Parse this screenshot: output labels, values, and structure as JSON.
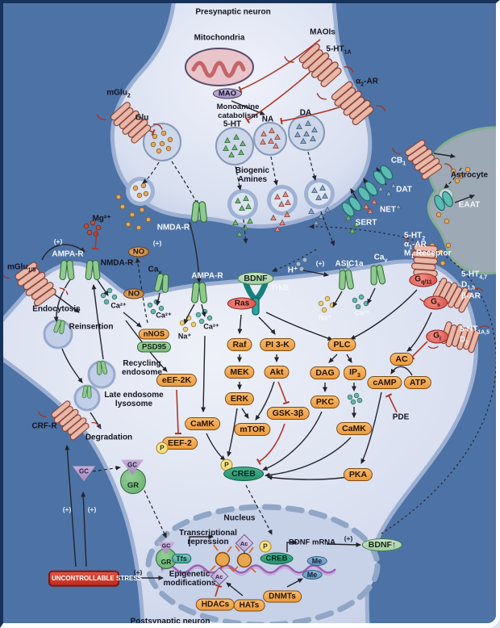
{
  "colors": {
    "accent_red": "#b23527",
    "box_orange": "#f2a24d",
    "creb_green": "#2f9e78",
    "membrane_blue": "#4d72a5"
  },
  "titles": {
    "presynaptic": "Presynaptic neuron",
    "postsynaptic": "Postsynaptic neuron",
    "nucleus": "Nucleus",
    "astrocyte": "Astrocyte"
  },
  "presyn": {
    "mitochondria": "Mitochondria",
    "maois": "MAOIs",
    "mao": "MAO",
    "monoamine_catabolism": "Monoamine catabolism",
    "glu": "Glu",
    "ht": "5-HT",
    "na": "NA",
    "da": "DA",
    "biogenic_amines": "Biogenic Amines",
    "nmda_r": "NMDA-R",
    "r5ht1a": {
      "base": "5-HT",
      "sub": "1A"
    },
    "a2ar": {
      "base": "α",
      "sub": "2",
      "rest": "-AR"
    },
    "mglu2": {
      "base": "mGlu",
      "sub": "2"
    }
  },
  "transport": {
    "sert": "SERT",
    "net": "NET",
    "dat": "DAT",
    "eaat": "EAAT",
    "cb1": {
      "base": "CB",
      "sub": "1"
    }
  },
  "ion": {
    "mg": "Mg²⁺",
    "ca": "Ca²⁺",
    "na": "Na⁺",
    "h": "H⁺",
    "plus": "(+)"
  },
  "post": {
    "ampa": "AMPA-R",
    "nmda": "NMDA-R",
    "mglu15": {
      "base": "mGlu",
      "sub": "1/5"
    },
    "cav": {
      "base": "Ca",
      "sub": "v"
    },
    "asic": "ASIC1a",
    "endocytosis": "Endocytosis",
    "reinsertion": "Reinsertion",
    "recycling": "Recycling endosome",
    "late": "Late endosome lysosome",
    "degradation": "Degradation",
    "no": "NO",
    "nnos": "nNOS",
    "psd95": "PSD95",
    "bdnf": "BDNF",
    "trkb": "TrkB",
    "ras": "Ras",
    "raf": "Raf",
    "mek": "MEK",
    "erk": "ERK",
    "pi3k": "PI 3-K",
    "akt": "Akt",
    "gsk3b": "GSK-3β",
    "mtor": "mTOR",
    "plc": "PLC",
    "dag": "DAG",
    "ip3": {
      "base": "IP",
      "sub": "3"
    },
    "pkc": "PKC",
    "camk": "CaMK",
    "ac": "AC",
    "camp": "cAMP",
    "atp": "ATP",
    "pde": "PDE",
    "pka": "PKA",
    "eef2k": "eEF-2K",
    "eef2": "EEF-2",
    "p": "P",
    "creb": "CREB",
    "crfr": "CRF-R",
    "gc": "GC",
    "gr": "GR"
  },
  "gprot": {
    "q_l1": {
      "base": "5-HT",
      "sub": "2"
    },
    "q_l2": {
      "base": "α",
      "sub": "1",
      "rest": "-AR"
    },
    "q_l3": {
      "base": "M",
      "sub": "1",
      "rest": " Receptor"
    },
    "gq": {
      "base": "G",
      "sub": "q/11"
    },
    "s_l1": {
      "base": "5-HT",
      "sub": "4,7"
    },
    "s_l2": {
      "base": "D",
      "sub": "1,5"
    },
    "s_l3": "β-AR",
    "gs": {
      "base": "G",
      "sub": "s"
    },
    "i_l1": {
      "base": "5-HT",
      "sub": "1A,5"
    },
    "i_l2": {
      "base": "D",
      "sub": "2"
    },
    "gi": {
      "base": "G",
      "sub": "i"
    }
  },
  "nuc": {
    "repression": "Transcriptional repression",
    "tfs": "Tfs",
    "creb": "CREB",
    "bdnf_mrna": "BDNF mRNA",
    "me": "Me",
    "ac": "Ac",
    "epigenetic": "Epigenetic modifications",
    "hdacs": "HDACs",
    "hats": "HATs",
    "dnmts": "DNMTs"
  },
  "stress": "UNCONTROLLABLE STRESS",
  "bdnf_up": "BDNF↑"
}
